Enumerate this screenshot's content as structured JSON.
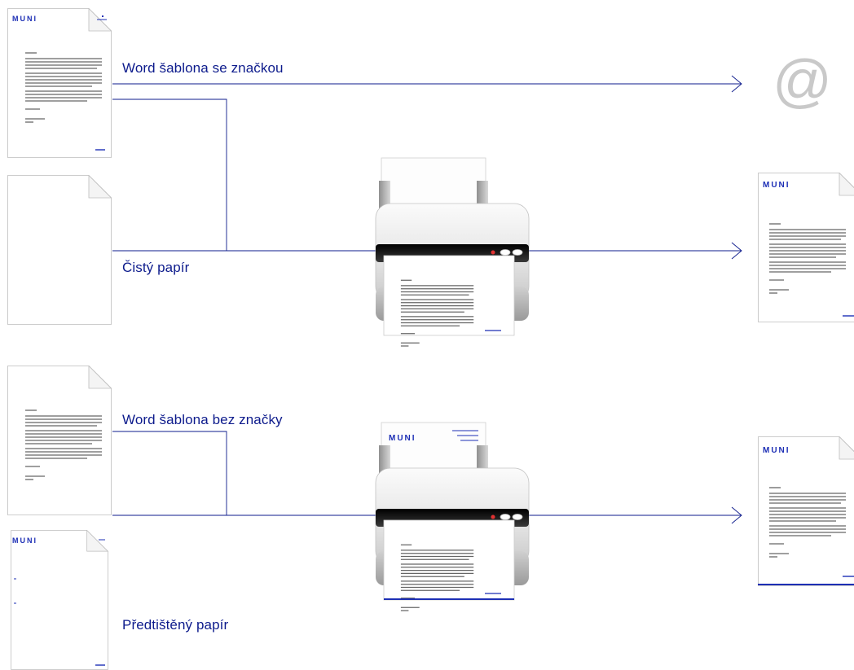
{
  "flows": [
    {
      "label": "Word šablona se značkou"
    },
    {
      "label": "Čistý papír"
    },
    {
      "label": "Word šablona bez značky"
    },
    {
      "label": "Předtištěný papír"
    }
  ],
  "logo_text": "MUNI",
  "email_symbol": "@",
  "colors": {
    "brand": "#1d2fb5",
    "line": "#0d1b8c",
    "at_symbol": "#c9c9c9"
  }
}
